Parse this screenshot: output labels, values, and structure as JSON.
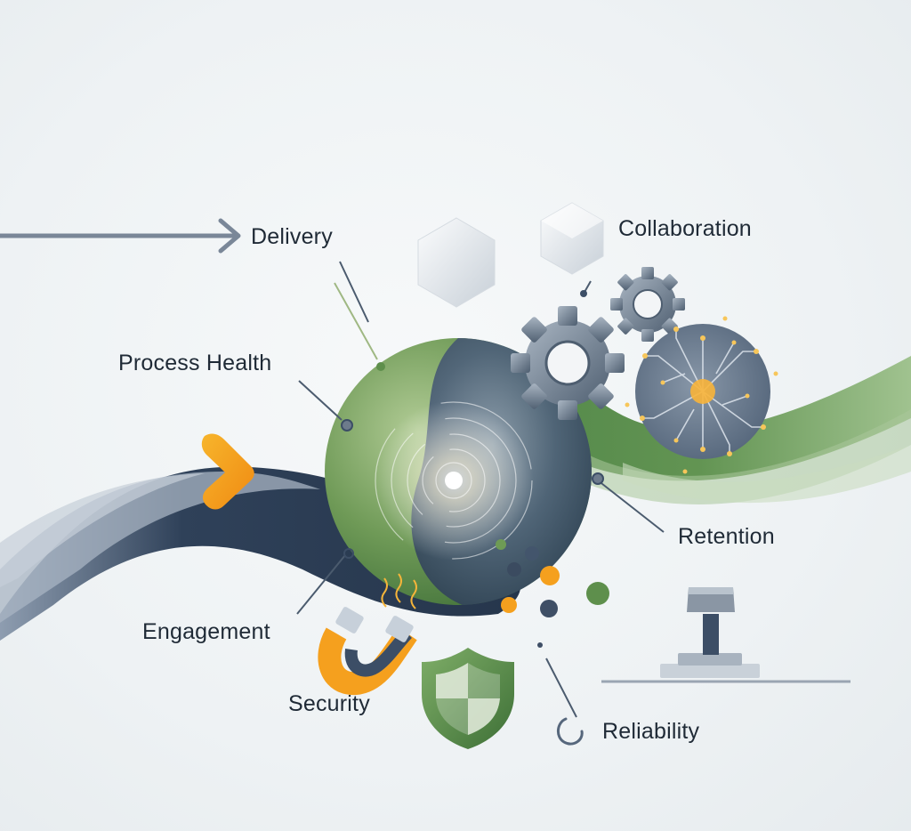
{
  "labels": {
    "delivery": "Delivery",
    "collaboration": "Collaboration",
    "process_health": "Process Health",
    "retention": "Retention",
    "engagement": "Engagement",
    "security": "Security",
    "reliability": "Reliability"
  },
  "colors": {
    "navy": "#34465e",
    "green": "#5e8f4c",
    "orange": "#f5a01e",
    "steel": "#6d7b8c",
    "gold": "#f6b73c",
    "text": "#1f2a36"
  },
  "icons": [
    "arrow-icon",
    "hexagon-icon",
    "gear-icon",
    "circuit-brain-icon",
    "orb-icon",
    "chevron-icon",
    "magnet-icon",
    "shield-icon",
    "hook-icon",
    "pedestal-icon"
  ]
}
